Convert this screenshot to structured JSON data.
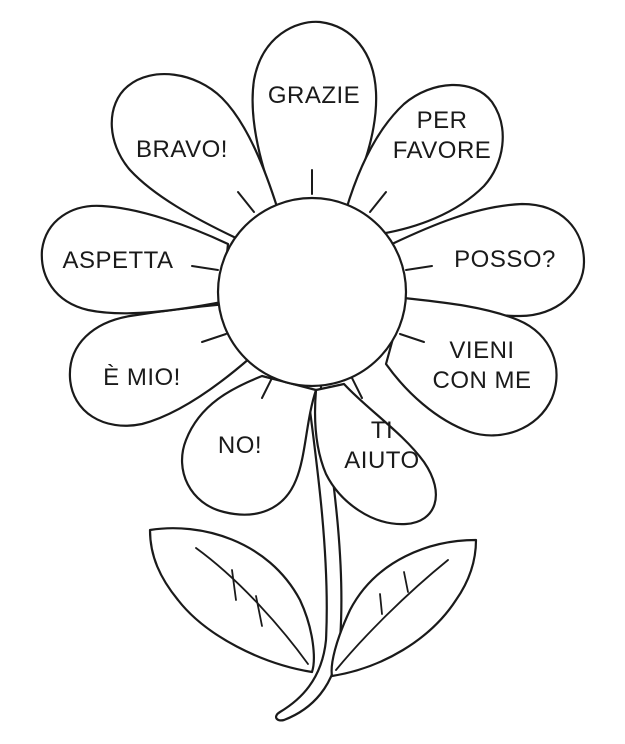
{
  "petals": {
    "grazie": {
      "label": "GRAZIE"
    },
    "per_favore": {
      "line1": "PER",
      "line2": "FAVORE"
    },
    "posso": {
      "label": "POSSO?"
    },
    "vieni_con_me": {
      "line1": "VIENI",
      "line2": "CON ME"
    },
    "ti_aiuto": {
      "line1": "TI",
      "line2": "AIUTO"
    },
    "no": {
      "label": "NO!"
    },
    "e_mio": {
      "label": "È MIO!"
    },
    "aspetta": {
      "label": "ASPETTA"
    },
    "bravo": {
      "label": "BRAVO!"
    }
  },
  "colors": {
    "line": "#1a1a1a",
    "fill": "#ffffff"
  }
}
